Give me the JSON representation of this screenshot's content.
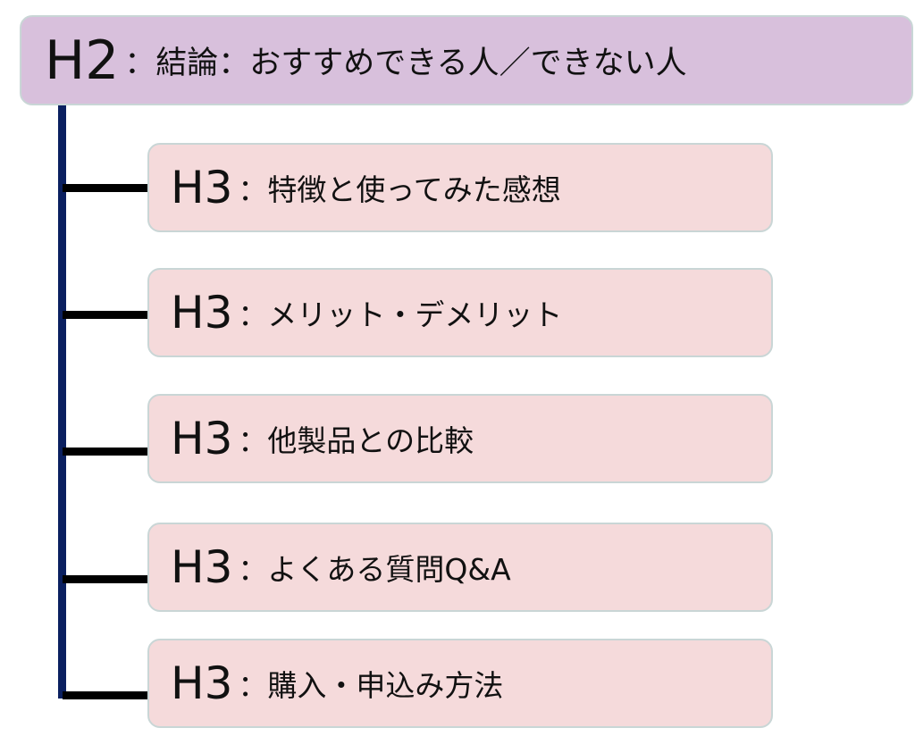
{
  "h2": {
    "tag": "H2",
    "text": "：結論：おすすめできる人／できない人"
  },
  "h3": [
    {
      "tag": "H3",
      "text": "：特徴と使ってみた感想"
    },
    {
      "tag": "H3",
      "text": "：メリット・デメリット"
    },
    {
      "tag": "H3",
      "text": "：他製品との比較"
    },
    {
      "tag": "H3",
      "text": "：よくある質問Q&A"
    },
    {
      "tag": "H3",
      "text": "：購入・申込み方法"
    }
  ],
  "colors": {
    "h2_bg": "#d8c0dc",
    "h3_bg": "#f5dadb",
    "trunk": "#0b2060",
    "branch": "#000000"
  }
}
